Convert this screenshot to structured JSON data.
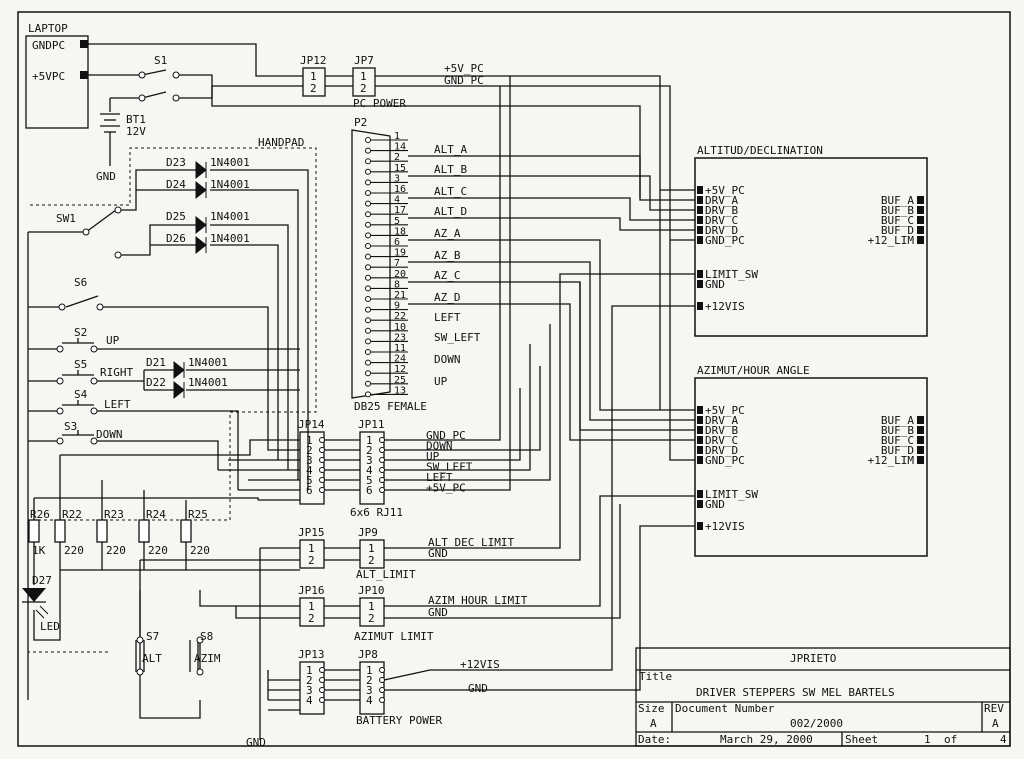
{
  "laptop": {
    "title": "LAPTOP",
    "gnd": "GNDPC",
    "vcc": "+5VPC"
  },
  "battery": {
    "name": "BT1",
    "value": "12V",
    "gnd": "GND"
  },
  "switches": {
    "s1": "S1",
    "sw1": "SW1",
    "s6": "S6",
    "s2": "S2",
    "s5": "S5",
    "s4": "S4",
    "s3": "S3",
    "s7": "S7",
    "s8": "S8"
  },
  "buttons": {
    "up": "UP",
    "right": "RIGHT",
    "left": "LEFT",
    "down": "DOWN",
    "alt": "ALT",
    "azim": "AZIM"
  },
  "handpad": "HANDPAD",
  "diodes": [
    {
      "ref": "D23",
      "part": "1N4001"
    },
    {
      "ref": "D24",
      "part": "1N4001"
    },
    {
      "ref": "D25",
      "part": "1N4001"
    },
    {
      "ref": "D26",
      "part": "1N4001"
    },
    {
      "ref": "D21",
      "part": "1N4001"
    },
    {
      "ref": "D22",
      "part": "1N4001"
    }
  ],
  "resistors": [
    {
      "ref": "R26",
      "value": "1K"
    },
    {
      "ref": "R22",
      "value": "220"
    },
    {
      "ref": "R23",
      "value": "220"
    },
    {
      "ref": "R24",
      "value": "220"
    },
    {
      "ref": "R25",
      "value": "220"
    }
  ],
  "led": {
    "ref": "D27",
    "label": "LED"
  },
  "gnd_bottom": "GND",
  "connectors": {
    "jp12": {
      "ref": "JP12",
      "pins": [
        "1",
        "2"
      ]
    },
    "jp7": {
      "ref": "JP7",
      "pins": [
        "1",
        "2"
      ],
      "caption": "PC POWER"
    },
    "jp14": {
      "ref": "JP14",
      "pins": [
        "1",
        "2",
        "3",
        "4",
        "5",
        "6"
      ]
    },
    "jp11": {
      "ref": "JP11",
      "pins": [
        "1",
        "2",
        "3",
        "4",
        "5",
        "6"
      ],
      "caption": "6x6 RJ11"
    },
    "jp15": {
      "ref": "JP15",
      "pins": [
        "1",
        "2"
      ]
    },
    "jp9": {
      "ref": "JP9",
      "pins": [
        "1",
        "2"
      ],
      "caption": "ALT_LIMIT"
    },
    "jp16": {
      "ref": "JP16",
      "pins": [
        "1",
        "2"
      ]
    },
    "jp10": {
      "ref": "JP10",
      "pins": [
        "1",
        "2"
      ],
      "caption": "AZIMUT LIMIT"
    },
    "jp13": {
      "ref": "JP13",
      "pins": [
        "1",
        "2",
        "3",
        "4"
      ]
    },
    "jp8": {
      "ref": "JP8",
      "pins": [
        "1",
        "2",
        "3",
        "4"
      ],
      "caption": "BATTERY POWER"
    }
  },
  "jp11_signals": [
    "GND_PC",
    "DOWN",
    "UP",
    "SW_LEFT",
    "LEFT",
    "+5V_PC"
  ],
  "jp9_signals": [
    "ALT_DEC_LIMIT",
    "GND"
  ],
  "jp10_signals": [
    "AZIM_HOUR_LIMIT",
    "GND"
  ],
  "jp8_signals": [
    "+12VIS",
    "GND"
  ],
  "pc_power_signals": [
    "+5V_PC",
    "GND_PC"
  ],
  "db25": {
    "ref": "P2",
    "caption": "DB25 FEMALE",
    "pins": [
      "1",
      "14",
      "2",
      "15",
      "3",
      "16",
      "4",
      "17",
      "5",
      "18",
      "6",
      "19",
      "7",
      "20",
      "8",
      "21",
      "9",
      "22",
      "10",
      "23",
      "11",
      "24",
      "12",
      "25",
      "13"
    ],
    "signals": [
      {
        "pin": "2",
        "name": "ALT_A"
      },
      {
        "pin": "3",
        "name": "ALT_B"
      },
      {
        "pin": "4",
        "name": "ALT_C"
      },
      {
        "pin": "5",
        "name": "ALT_D"
      },
      {
        "pin": "6",
        "name": "AZ_A"
      },
      {
        "pin": "7",
        "name": "AZ_B"
      },
      {
        "pin": "8",
        "name": "AZ_C"
      },
      {
        "pin": "9",
        "name": "AZ_D"
      },
      {
        "pin": "10",
        "name": "LEFT"
      },
      {
        "pin": "11",
        "name": "SW_LEFT"
      },
      {
        "pin": "12",
        "name": "DOWN"
      },
      {
        "pin": "13",
        "name": "UP"
      }
    ]
  },
  "blocks": [
    {
      "title": "ALTITUD/DECLINATION",
      "left_pins": [
        "+5V_PC",
        "DRV_A",
        "DRV_B",
        "DRV_C",
        "DRV_D",
        "GND_PC",
        "LIMIT_SW",
        "GND",
        "+12VIS"
      ],
      "right_pins": [
        "BUF_A",
        "BUF_B",
        "BUF_C",
        "BUF_D",
        "+12_LIM"
      ]
    },
    {
      "title": "AZIMUT/HOUR ANGLE",
      "left_pins": [
        "+5V_PC",
        "DRV_A",
        "DRV_B",
        "DRV_C",
        "DRV_D",
        "GND_PC",
        "LIMIT_SW",
        "GND",
        "+12VIS"
      ],
      "right_pins": [
        "BUF_A",
        "BUF_B",
        "BUF_C",
        "BUF_D",
        "+12_LIM"
      ]
    }
  ],
  "title_block": {
    "author": "JPRIETO",
    "title_label": "Title",
    "title": "DRIVER STEPPERS SW MEL BARTELS",
    "size_label": "Size",
    "size": "A",
    "docnum_label": "Document Number",
    "docnum": "002/2000",
    "rev_label": "REV",
    "rev": "A",
    "date_label": "Date:",
    "date": "March 29, 2000",
    "sheet_label": "Sheet",
    "sheet": "1",
    "of_label": "of",
    "of": "4"
  }
}
